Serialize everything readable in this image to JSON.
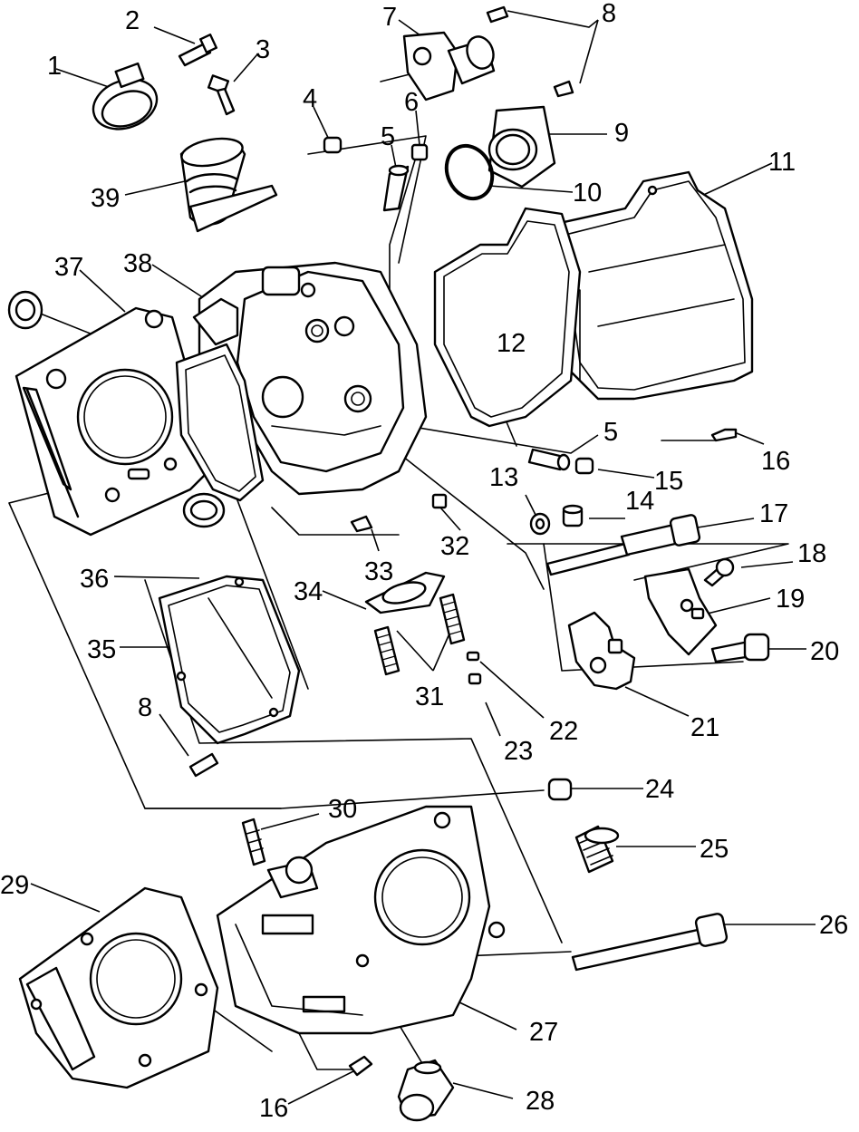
{
  "diagram": {
    "callouts": [
      "1",
      "2",
      "3",
      "4",
      "5",
      "6",
      "7",
      "8",
      "9",
      "10",
      "11",
      "12",
      "5",
      "16",
      "13",
      "14",
      "15",
      "17",
      "18",
      "19",
      "20",
      "21",
      "22",
      "23",
      "24",
      "25",
      "26",
      "27",
      "28",
      "29",
      "30",
      "31",
      "32",
      "33",
      "34",
      "35",
      "36",
      "37",
      "38",
      "39",
      "8",
      "16"
    ]
  }
}
